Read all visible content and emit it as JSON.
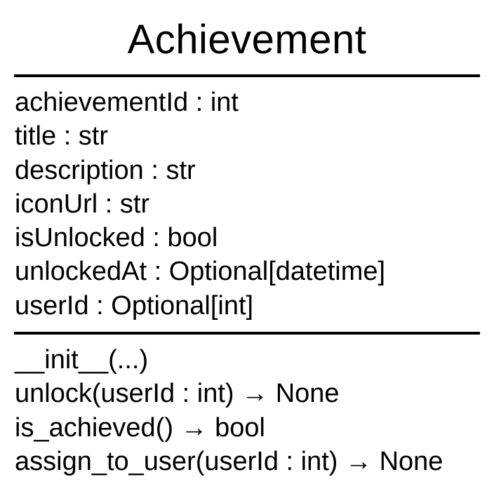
{
  "diagram": {
    "class_name": "Achievement",
    "attributes": [
      "achievementId : int",
      "title : str",
      "description : str",
      "iconUrl : str",
      "isUnlocked : bool",
      "unlockedAt : Optional[datetime]",
      "userId : Optional[int]"
    ],
    "methods": [
      "__init__(...)",
      "unlock(userId : int) → None",
      "is_achieved() → bool",
      "assign_to_user(userId : int) → None"
    ]
  }
}
